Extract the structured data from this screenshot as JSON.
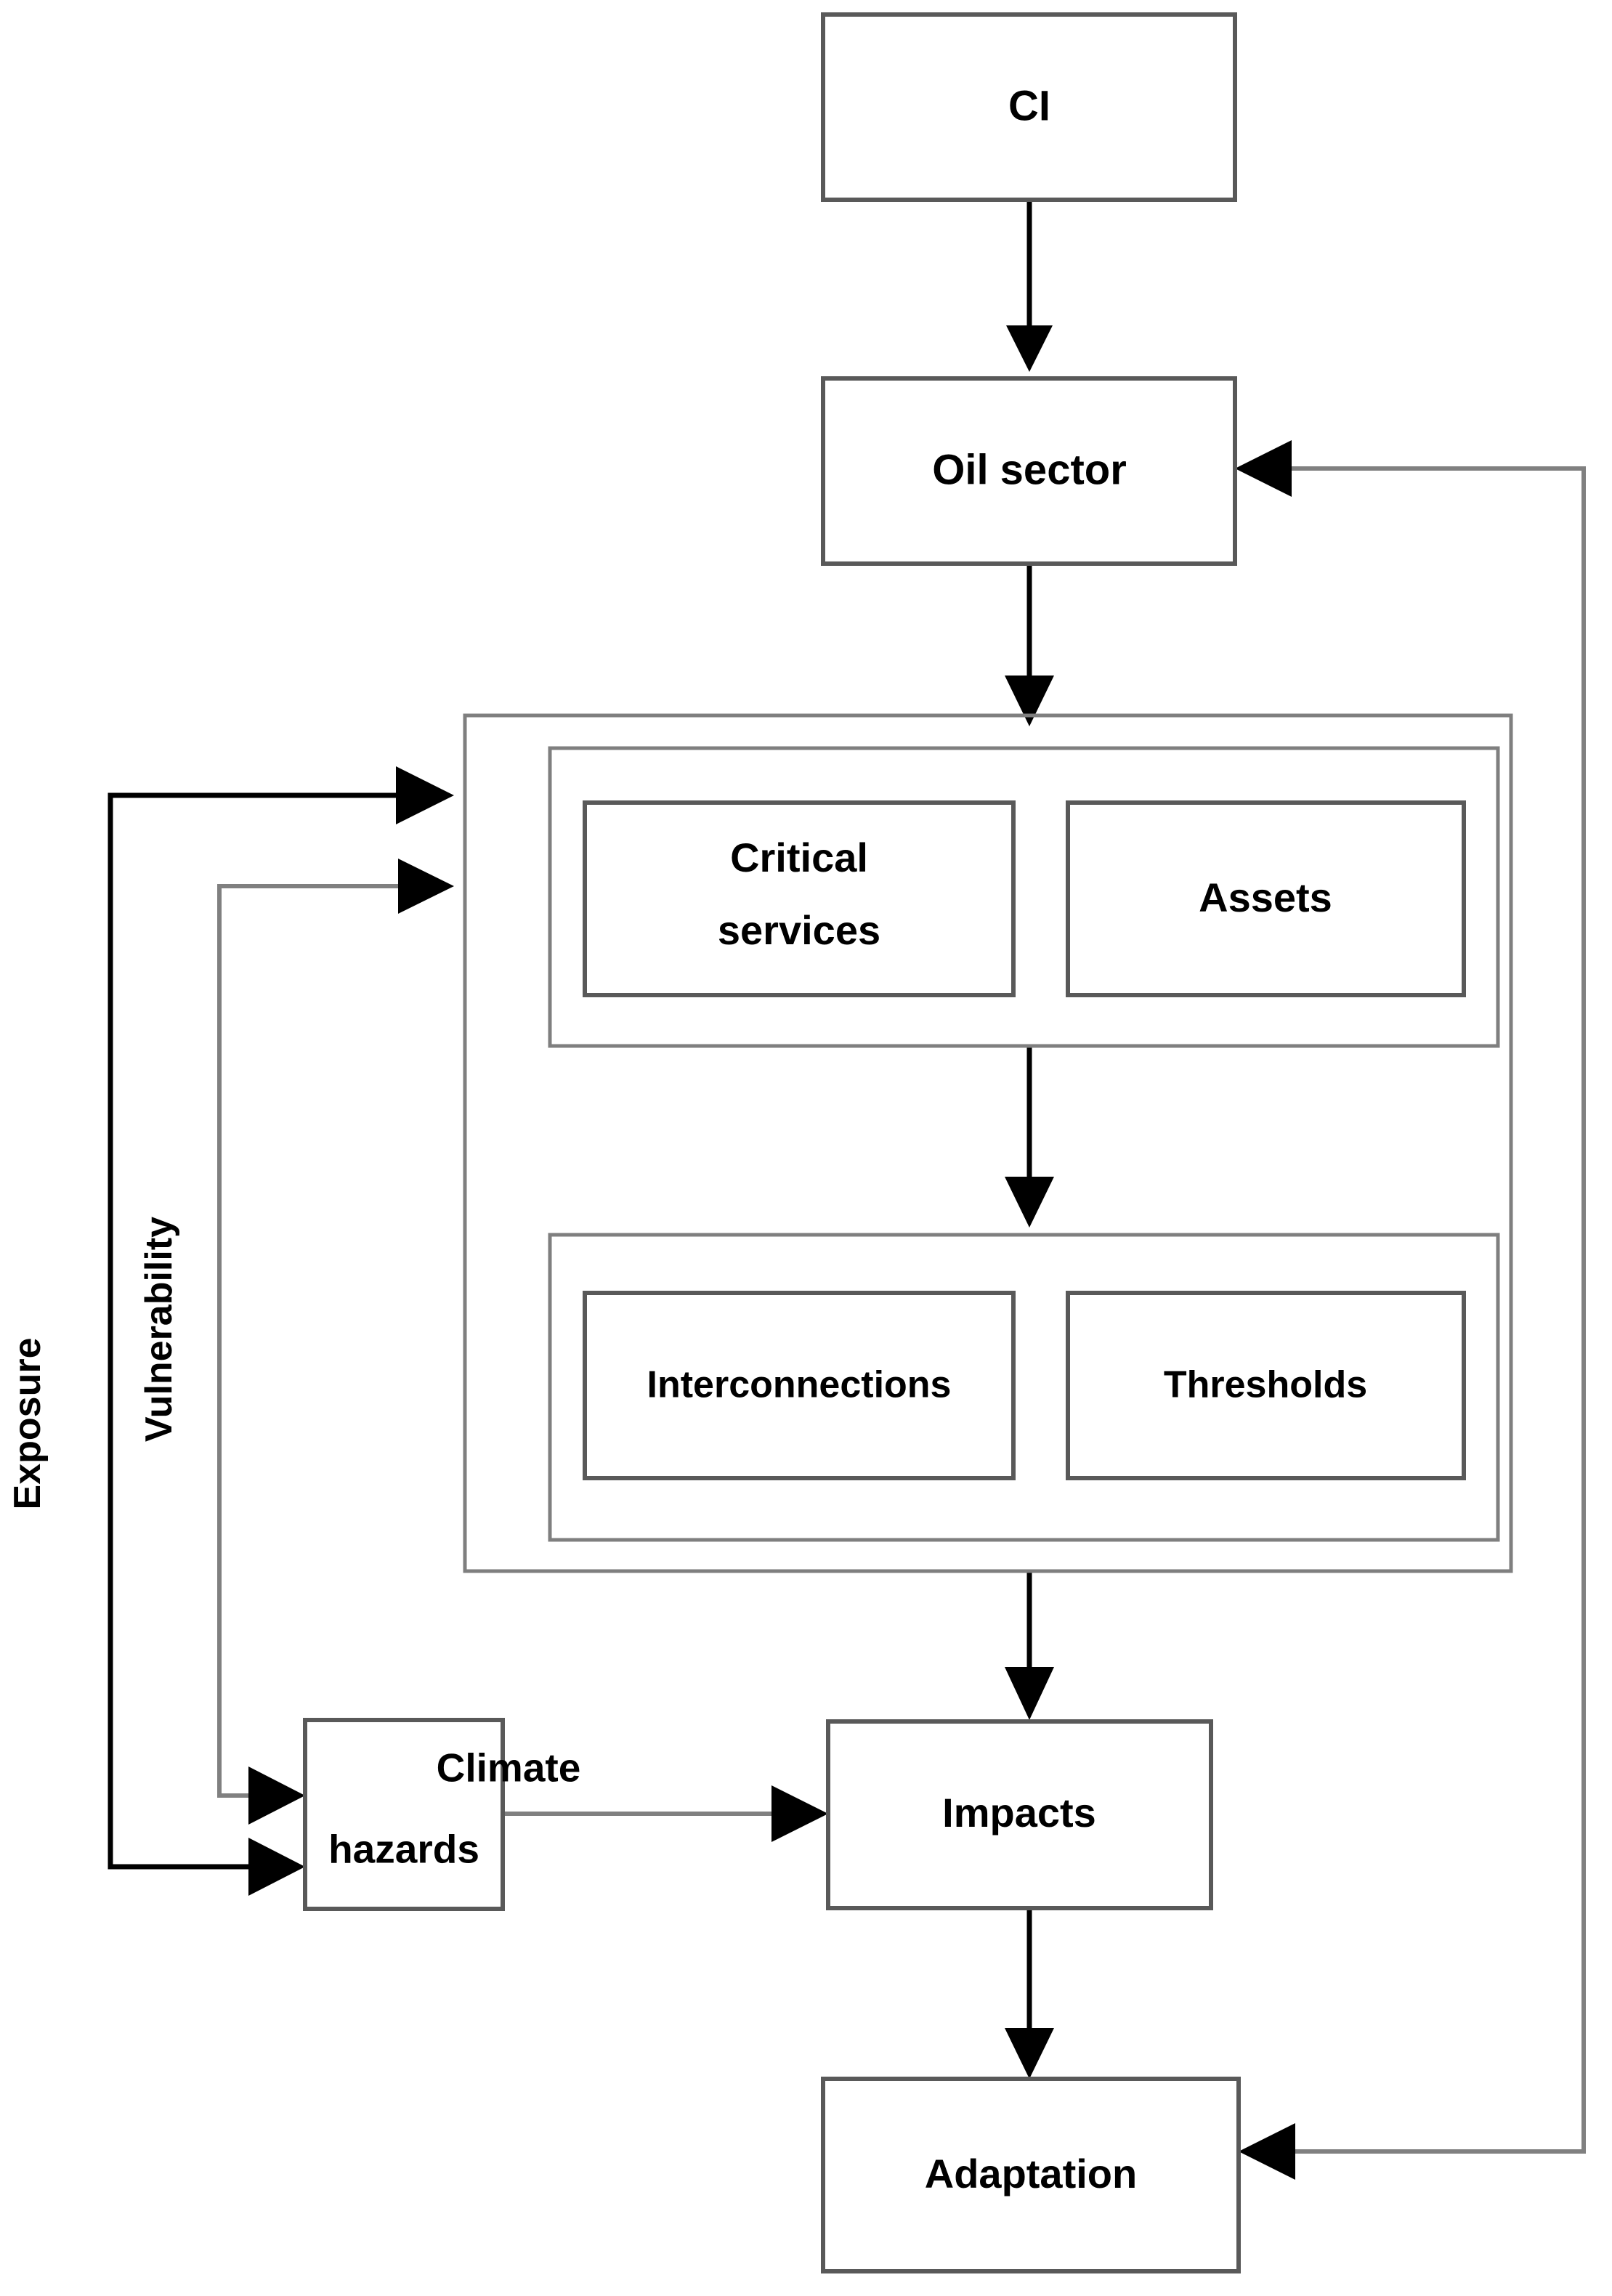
{
  "diagram": {
    "title": "Oil sector climate risk conceptual framework",
    "type": "flowchart",
    "nodes": {
      "ci": {
        "label": "CI"
      },
      "oil_sector": {
        "label": "Oil sector"
      },
      "critical_services": {
        "label": "Critical services"
      },
      "critical_services_line1": {
        "label": "Critical"
      },
      "critical_services_line2": {
        "label": "services"
      },
      "assets": {
        "label": "Assets"
      },
      "interconnections": {
        "label": "Interconnections"
      },
      "thresholds": {
        "label": "Thresholds"
      },
      "climate_hazards": {
        "label": "Climate hazards"
      },
      "climate_hazards_line1": {
        "label": "Climate"
      },
      "climate_hazards_line2": {
        "label": "hazards"
      },
      "impacts": {
        "label": "Impacts"
      },
      "adaptation": {
        "label": "Adaptation"
      }
    },
    "side_labels": {
      "exposure": {
        "label": "Exposure"
      },
      "vulnerability": {
        "label": "Vulnerability"
      }
    },
    "edges": [
      {
        "from": "ci",
        "to": "oil_sector",
        "style": "solid-arrow"
      },
      {
        "from": "oil_sector",
        "to": "sector_container",
        "style": "solid-arrow"
      },
      {
        "from": "services_panel",
        "to": "interconnections_panel",
        "style": "solid-arrow"
      },
      {
        "from": "sector_container",
        "to": "impacts",
        "style": "solid-arrow"
      },
      {
        "from": "climate_hazards",
        "to": "impacts",
        "style": "solid-arrow"
      },
      {
        "from": "impacts",
        "to": "adaptation",
        "style": "solid-arrow"
      },
      {
        "from": "adaptation",
        "to": "oil_sector",
        "style": "feedback-right"
      },
      {
        "from": "exposure",
        "to": "sector_container",
        "style": "solid-arrow"
      },
      {
        "from": "exposure",
        "to": "climate_hazards",
        "style": "solid-arrow"
      },
      {
        "from": "vulnerability",
        "to": "sector_container",
        "style": "solid-arrow"
      },
      {
        "from": "vulnerability",
        "to": "climate_hazards",
        "style": "solid-arrow"
      }
    ],
    "colors": {
      "box_stroke": "#595959",
      "panel_stroke": "#7f7f7f",
      "connector": "#000000",
      "text": "#000000",
      "background": "#ffffff"
    }
  }
}
